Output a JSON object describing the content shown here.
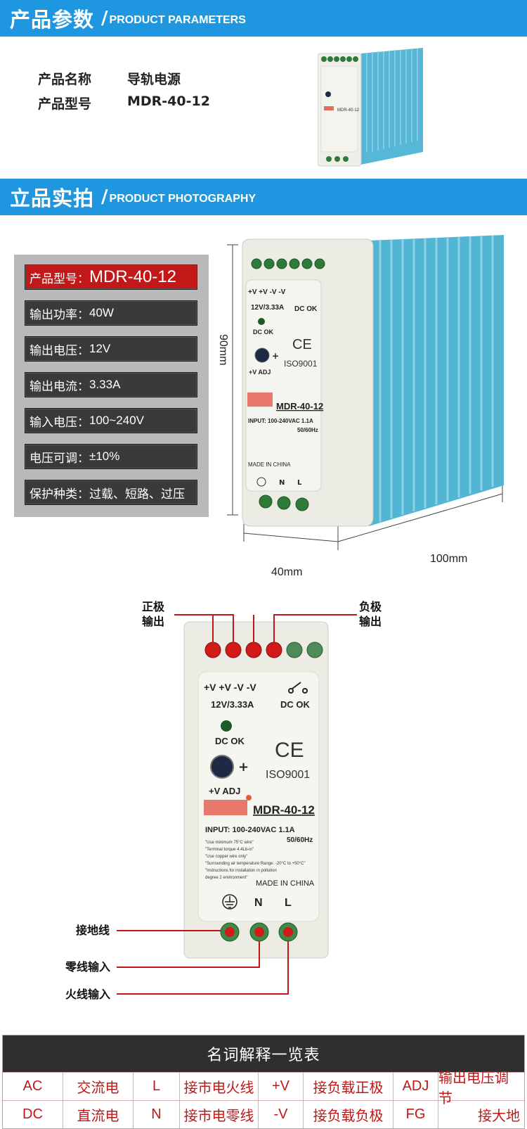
{
  "section1": {
    "title_cn": "产品参数",
    "title_en": "PRODUCT PARAMETERS"
  },
  "params": [
    {
      "key": "产品名称",
      "value": "导轨电源"
    },
    {
      "key": "产品型号",
      "value": "MDR-40-12"
    }
  ],
  "section2": {
    "title_cn": "立品实拍",
    "title_en": "PRODUCT PHOTOGRAPHY"
  },
  "specs": [
    {
      "key": "产品型号：",
      "value": "MDR-40-12"
    },
    {
      "key": "输出功率：",
      "value": "40W"
    },
    {
      "key": "输出电压：",
      "value": "12V"
    },
    {
      "key": "输出电流：",
      "value": "3.33A"
    },
    {
      "key": "输入电压：",
      "value": "100~240V"
    },
    {
      "key": "电压可调：",
      "value": "±10%"
    },
    {
      "key": "保护种类：",
      "value": "过载、短路、过压"
    }
  ],
  "dimensions": {
    "height": "90mm",
    "width": "40mm",
    "depth": "100mm"
  },
  "device": {
    "terminals_top": "+V  +V  -V  -V",
    "rating": "12V/3.33A",
    "dc_ok": "DC OK",
    "led_label": "DC OK",
    "ce": "CE",
    "iso": "ISO9001",
    "adj": "+V ADJ",
    "model": "MDR-40-12",
    "input": "INPUT: 100-240VAC  1.1A",
    "freq": "50/60Hz",
    "notes": [
      "\"Use minimum 75°C wire\"",
      "\"Terminal torque 4.4Lb-in\"",
      "\"Use copper wire only\"",
      "\"Surrounding air temperature Range: -20°C to +50°C\"",
      "\"Instructions for installation in pollution",
      "degree 2 environment\""
    ],
    "made": "MADE IN CHINA",
    "n": "N",
    "l": "L",
    "plus": "+"
  },
  "wiring_labels": {
    "pos_out": "正极\n输出",
    "neg_out": "负极\n输出",
    "ground": "接地线",
    "neutral": "零线输入",
    "live": "火线输入"
  },
  "glossary": {
    "title": "名词解释一览表",
    "rows": [
      [
        "AC",
        "交流电",
        "L",
        "接市电火线",
        "+V",
        "接负载正极",
        "ADJ",
        "输出电压调节"
      ],
      [
        "DC",
        "直流电",
        "N",
        "接市电零线",
        "-V",
        "接负载负极",
        "FG",
        "接大地"
      ]
    ]
  },
  "colors": {
    "banner": "#1e97e0",
    "spec_first": "#c21818",
    "spec_bg": "#3a3a3a",
    "gloss_text": "#c01818",
    "device_body": "#eeeee6",
    "device_side": "#56b8d6"
  }
}
